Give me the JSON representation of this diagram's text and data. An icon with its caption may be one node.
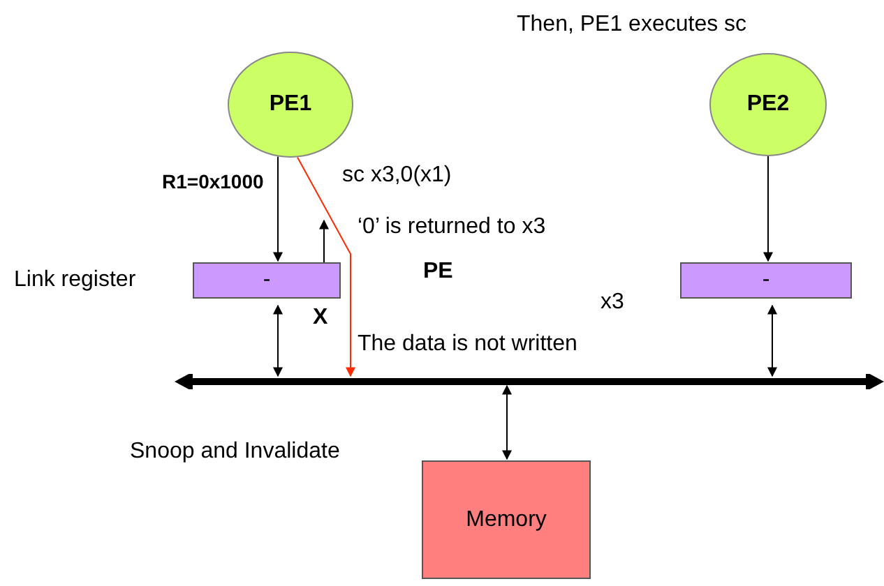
{
  "diagram": {
    "nodes": [
      {
        "text": [
          "PE1"
        ]
      },
      {
        "text": [
          "PE2"
        ]
      },
      {
        "text": [
          "-"
        ],
        "beside": [
          "Link register"
        ]
      },
      {
        "text": [
          "-"
        ]
      },
      {
        "text": [],
        "shape": "bar"
      },
      {
        "text": [
          "Memory"
        ]
      }
    ],
    "edges": [
      {
        "from": 0,
        "to": 2,
        "arrow": "to"
      },
      {
        "from": 2,
        "to": null,
        "arrow": "to"
      },
      {
        "from": 0,
        "to": 4,
        "arrow": "to",
        "color": "#ff2a00"
      },
      {
        "from": 1,
        "to": 3,
        "arrow": "to"
      },
      {
        "from": 2,
        "to": 4,
        "arrow": "both"
      },
      {
        "from": 3,
        "to": 4,
        "arrow": "both"
      },
      {
        "from": 4,
        "to": 5,
        "arrow": "both"
      }
    ],
    "labels": [
      "Then, PE1 executes sc",
      "R1=0x1000",
      "sc x3,0(x1)",
      "‘0’ is returned to x3",
      "PE",
      "x3",
      "X",
      "The data is not written",
      "Snoop and Invalidate"
    ]
  }
}
